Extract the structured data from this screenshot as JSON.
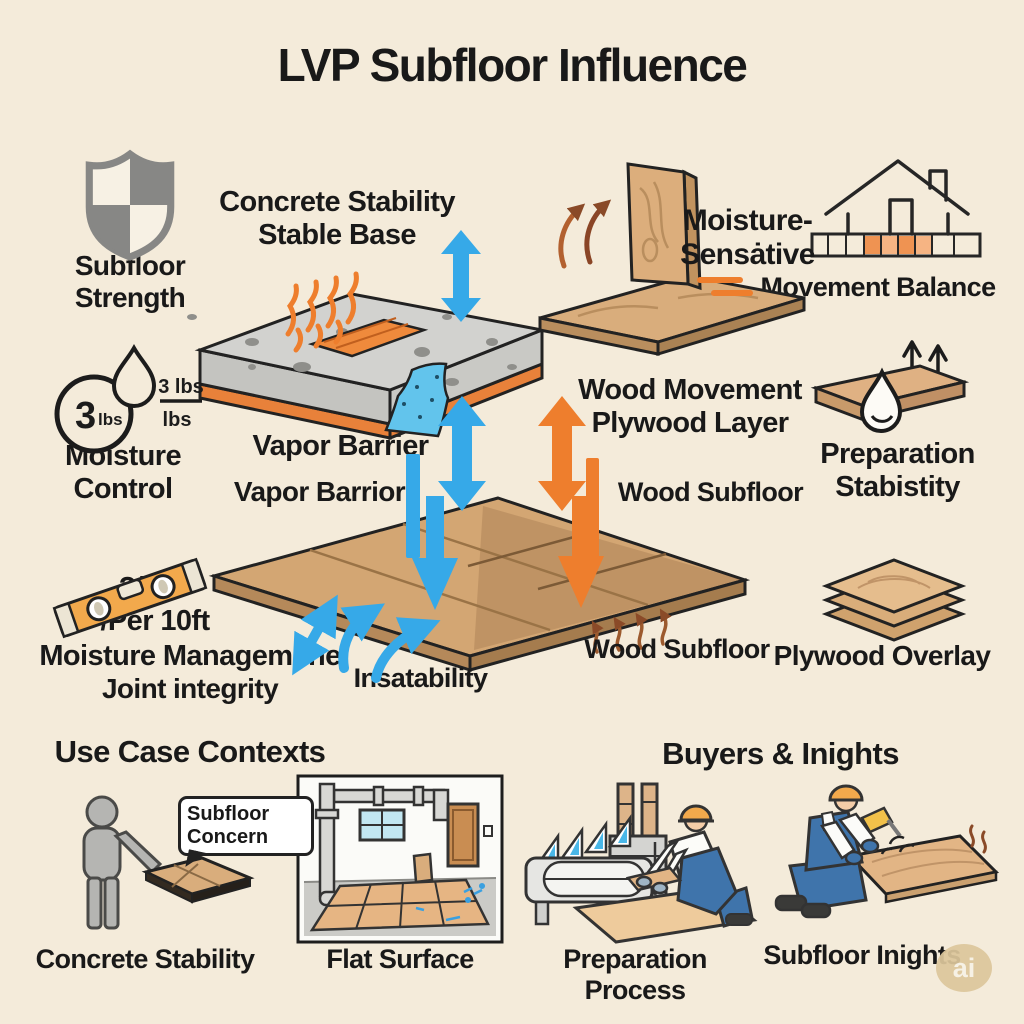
{
  "title": "LVP Subfloor Influence",
  "colors": {
    "background": "#f4ebda",
    "text": "#191919",
    "blue_arrow": "#36a9e8",
    "orange_arrow": "#ee7e2d",
    "wood_light": "#dcae7c",
    "wood_mid": "#c9996a",
    "wood_dark": "#a87c4f",
    "concrete_gray": "#cfcfcb",
    "shield_gray": "#878785",
    "brown_arrow": "#9c5a2e"
  },
  "diagram": {
    "subfloor_strength": {
      "icon": "shield-check-icon",
      "line1": "Subfloor",
      "line2": "Strength"
    },
    "concrete_stability": {
      "line1": "Concrete Stability",
      "line2": "Stable Base"
    },
    "moisture_sensitive": {
      "line1": "Moisture-",
      "line2": "Sensȧtive"
    },
    "movement_balance": {
      "icon": "house-foundation-icon",
      "label": "Movement Balance"
    },
    "moisture_control": {
      "icon": "droplet-gauge-icon",
      "circle_value": "3",
      "circle_unit": "lbs",
      "fraction_top": "3 lbs",
      "fraction_bottom": "lbs",
      "line1": "Moisture",
      "line2": "Control"
    },
    "vapor_barrier_upper": "Vapor Barrier",
    "vapor_barrier_lower": "Vapor Barrior",
    "wood_movement": {
      "line1": "Wood Movement",
      "line2": "Plywood Layer"
    },
    "wood_subfloor_right": "Wood Subfloor",
    "preparation_stability": {
      "icon": "plank-droplet-icon",
      "line1": "Preparation",
      "line2": "Stabistity"
    },
    "level_spec": {
      "icon": "spirit-level-icon",
      "line1": "3/16\"",
      "line2": "/Per 10ft"
    },
    "moisture_management": {
      "line1": "Moisture Managemene",
      "line2": "Joint integrity"
    },
    "instability": "Insatability",
    "wood_subfloor_bottom": "Wood Subfloor",
    "plywood_overlay": {
      "icon": "plywood-stack-icon",
      "label": "Plywood Overlay"
    }
  },
  "bottom": {
    "use_case_heading": "Use Case Contexts",
    "buyers_heading": "Buyers & Inights",
    "scene1": {
      "bubble_line1": "Subfloor",
      "bubble_line2": "Concern",
      "caption": "Concrete Stability"
    },
    "scene2": {
      "caption": "Flat Surface"
    },
    "scene3": {
      "caption_line1": "Preparation",
      "caption_line2": "Process"
    },
    "scene4": {
      "caption": "Subfloor Inights"
    },
    "watermark": "ai"
  }
}
